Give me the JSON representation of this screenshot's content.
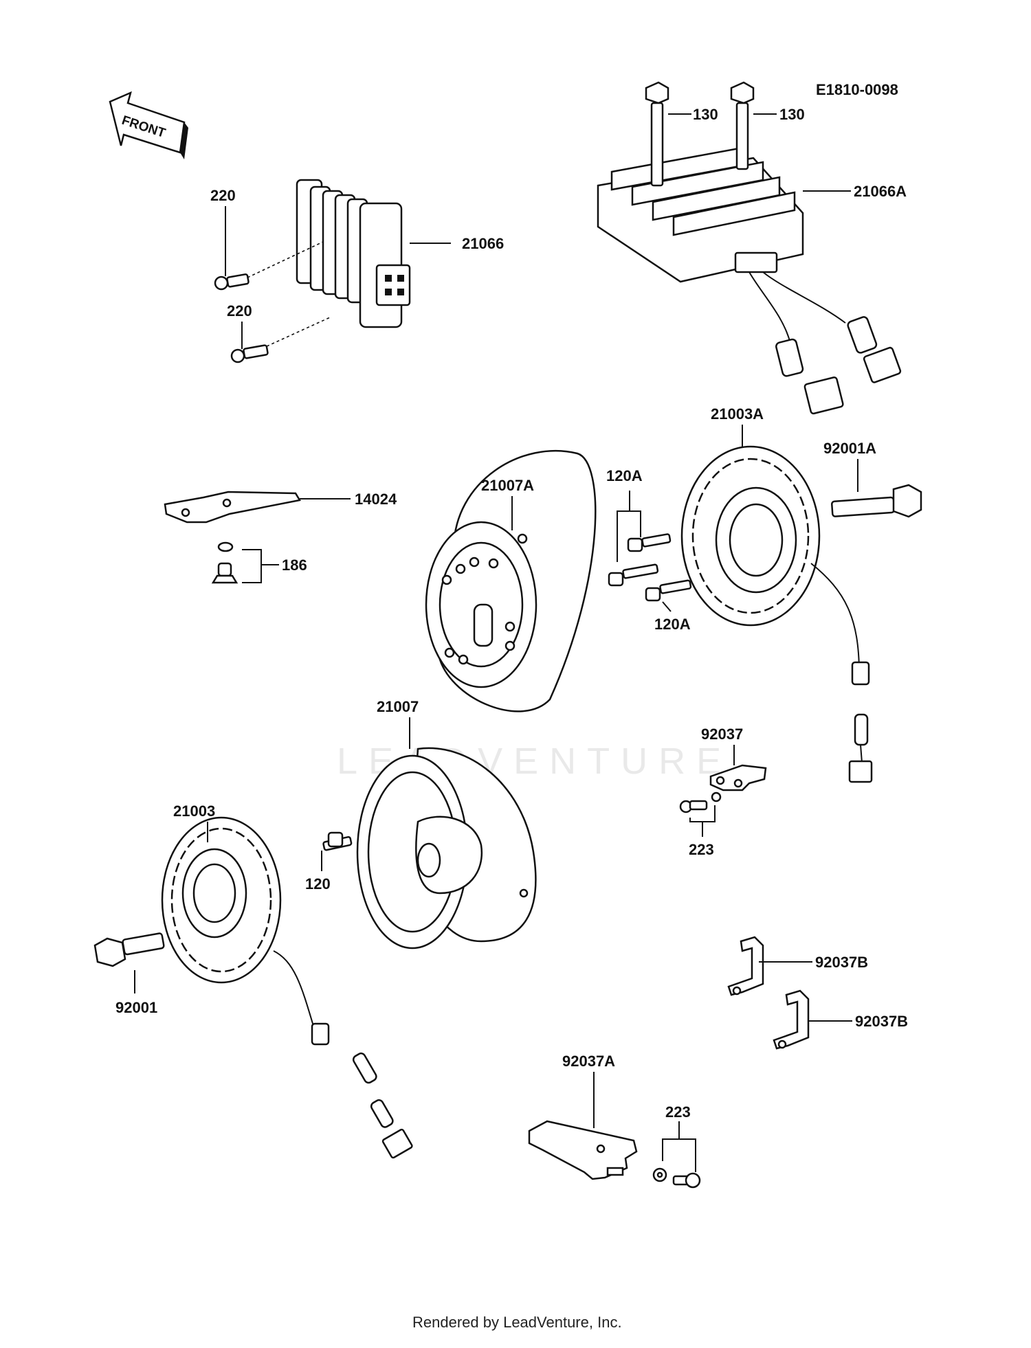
{
  "diagram": {
    "code": "E1810-0098",
    "watermark": "LEADVENTURE",
    "footer": "Rendered by LeadVenture, Inc.",
    "front_arrow": "FRONT",
    "callouts": [
      {
        "id": "c130a",
        "text": "130"
      },
      {
        "id": "c130b",
        "text": "130"
      },
      {
        "id": "c21066A",
        "text": "21066A"
      },
      {
        "id": "c220a",
        "text": "220"
      },
      {
        "id": "c21066",
        "text": "21066"
      },
      {
        "id": "c220b",
        "text": "220"
      },
      {
        "id": "c21003A",
        "text": "21003A"
      },
      {
        "id": "c92001A",
        "text": "92001A"
      },
      {
        "id": "c120Aa",
        "text": "120A"
      },
      {
        "id": "c14024",
        "text": "14024"
      },
      {
        "id": "c21007A",
        "text": "21007A"
      },
      {
        "id": "c186",
        "text": "186"
      },
      {
        "id": "c120Ab",
        "text": "120A"
      },
      {
        "id": "c21007",
        "text": "21007"
      },
      {
        "id": "c92037",
        "text": "92037"
      },
      {
        "id": "c21003",
        "text": "21003"
      },
      {
        "id": "c223a",
        "text": "223"
      },
      {
        "id": "c120",
        "text": "120"
      },
      {
        "id": "c92037Ba",
        "text": "92037B"
      },
      {
        "id": "c92001",
        "text": "92001"
      },
      {
        "id": "c92037Bb",
        "text": "92037B"
      },
      {
        "id": "c92037A",
        "text": "92037A"
      },
      {
        "id": "c223b",
        "text": "223"
      }
    ]
  }
}
